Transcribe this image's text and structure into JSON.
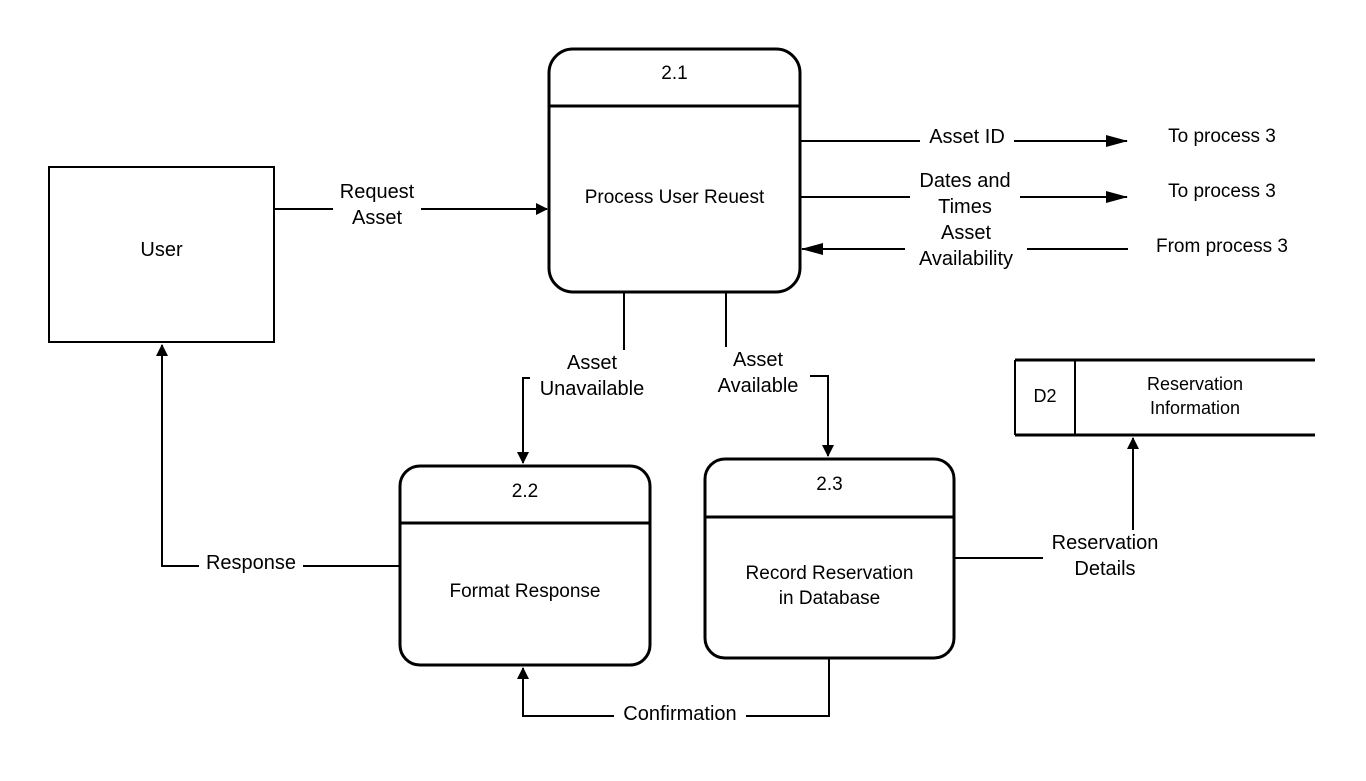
{
  "entity": {
    "label": "User"
  },
  "processes": {
    "p21": {
      "id": "2.1",
      "name": "Process User Reuest"
    },
    "p22": {
      "id": "2.2",
      "name": "Format Response"
    },
    "p23": {
      "id": "2.3",
      "name": "Record Reservation\nin Database"
    }
  },
  "datastore": {
    "id": "D2",
    "name": "Reservation\nInformation"
  },
  "flows": {
    "request": "Request\nAsset",
    "asset_id": "Asset ID",
    "dates_times": "Dates and\nTimes",
    "availability": "Asset\nAvailability",
    "unavailable": "Asset\nUnavailable",
    "available": "Asset\nAvailable",
    "response": "Response",
    "confirmation": "Confirmation",
    "reservation_details": "Reservation\nDetails"
  },
  "external": {
    "to_p3_a": "To process 3",
    "to_p3_b": "To process 3",
    "from_p3": "From process 3"
  }
}
